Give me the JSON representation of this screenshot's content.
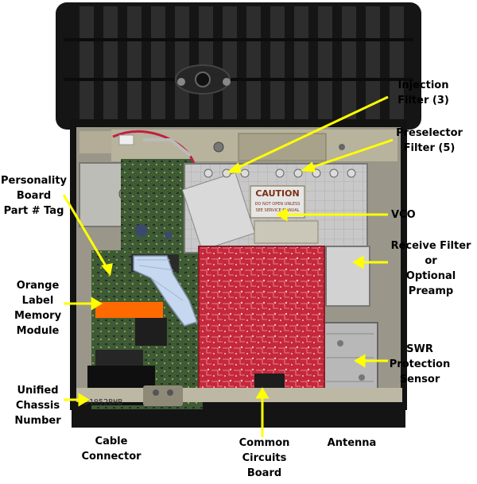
{
  "labels": {
    "injection_filter": "Injection\nFilter (3)",
    "preselector_filter": "Preselector\nFilter (5)",
    "personality_board": "Personality\nBoard\nPart # Tag",
    "vco": "VCO",
    "receive_filter": "Receive Filter\nor\nOptional Preamp",
    "orange_label": "Orange\nLabel\nMemory\nModule",
    "swr_sensor": "SWR\nProtection\nSensor",
    "unified_chassis": "Unified\nChassis\nNumber",
    "cable_connector": "Cable\nConnector",
    "common_circuits": "Common\nCircuits\nBoard",
    "antenna": "Antenna"
  },
  "panels": {
    "caution_title": "CAUTION",
    "caution_sub": "DO NOT OPEN UNLESS",
    "caution_manual": "SEE SERVICE MANUAL",
    "chassis_number": "D1052BHB"
  },
  "colors": {
    "arrow": "#ffff00",
    "chassis": "#1a1a1a",
    "board_red": "#c4283a",
    "shield_metal": "#c8c8c8",
    "panel_beige": "#cfc8b4",
    "orange_module": "#ff6a00"
  }
}
